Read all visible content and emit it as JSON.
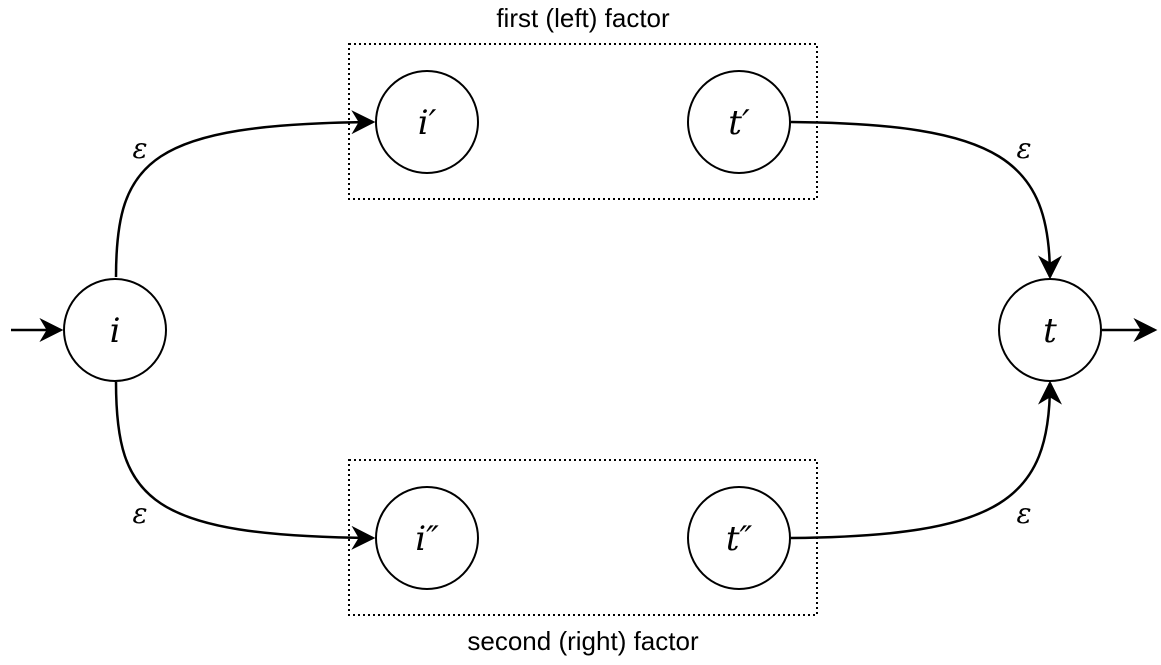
{
  "factors": {
    "first": {
      "caption": "first (left) factor"
    },
    "second": {
      "caption": "second (right) factor"
    }
  },
  "states": {
    "initial": "i",
    "final": "t",
    "first_initial": "i′",
    "first_final": "t′",
    "second_initial": "i″",
    "second_final": "t″"
  },
  "transitions": {
    "i_to_first_initial": "ε",
    "first_final_to_t": "ε",
    "i_to_second_initial": "ε",
    "second_final_to_t": "ε"
  },
  "colors": {
    "stroke": "#000000",
    "background": "#ffffff"
  }
}
